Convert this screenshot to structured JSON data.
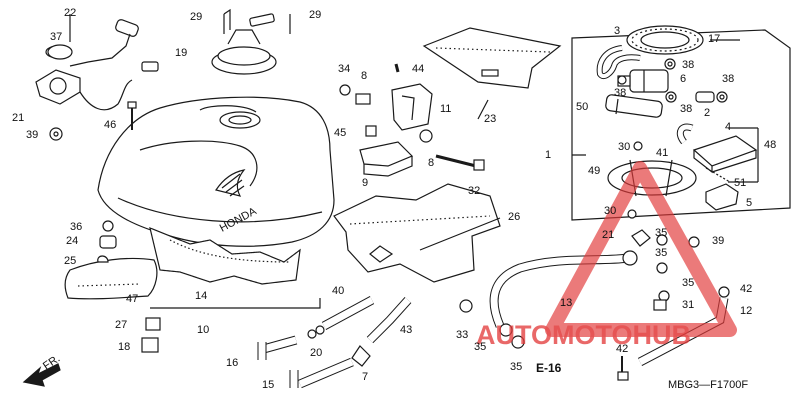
{
  "diagram": {
    "parts": [
      {
        "id": "p1",
        "label": "1"
      },
      {
        "id": "p2",
        "label": "2"
      },
      {
        "id": "p3",
        "label": "3"
      },
      {
        "id": "p4",
        "label": "4"
      },
      {
        "id": "p5",
        "label": "5"
      },
      {
        "id": "p6",
        "label": "6"
      },
      {
        "id": "p7",
        "label": "7"
      },
      {
        "id": "p8a",
        "label": "8"
      },
      {
        "id": "p8b",
        "label": "8"
      },
      {
        "id": "p9",
        "label": "9"
      },
      {
        "id": "p10",
        "label": "10"
      },
      {
        "id": "p11",
        "label": "11"
      },
      {
        "id": "p12",
        "label": "12"
      },
      {
        "id": "p13",
        "label": "13"
      },
      {
        "id": "p14",
        "label": "14"
      },
      {
        "id": "p15",
        "label": "15"
      },
      {
        "id": "p16",
        "label": "16"
      },
      {
        "id": "p17",
        "label": "17"
      },
      {
        "id": "p18",
        "label": "18"
      },
      {
        "id": "p19",
        "label": "19"
      },
      {
        "id": "p20",
        "label": "20"
      },
      {
        "id": "p21a",
        "label": "21"
      },
      {
        "id": "p21b",
        "label": "21"
      },
      {
        "id": "p22",
        "label": "22"
      },
      {
        "id": "p23",
        "label": "23"
      },
      {
        "id": "p24",
        "label": "24"
      },
      {
        "id": "p25",
        "label": "25"
      },
      {
        "id": "p26",
        "label": "26"
      },
      {
        "id": "p27",
        "label": "27"
      },
      {
        "id": "p29a",
        "label": "29"
      },
      {
        "id": "p29b",
        "label": "29"
      },
      {
        "id": "p30a",
        "label": "30"
      },
      {
        "id": "p30b",
        "label": "30"
      },
      {
        "id": "p31",
        "label": "31"
      },
      {
        "id": "p32",
        "label": "32"
      },
      {
        "id": "p33",
        "label": "33"
      },
      {
        "id": "p34",
        "label": "34"
      },
      {
        "id": "p35a",
        "label": "35"
      },
      {
        "id": "p35b",
        "label": "35"
      },
      {
        "id": "p35c",
        "label": "35"
      },
      {
        "id": "p35d",
        "label": "35"
      },
      {
        "id": "p35e",
        "label": "35"
      },
      {
        "id": "p36",
        "label": "36"
      },
      {
        "id": "p37",
        "label": "37"
      },
      {
        "id": "p38a",
        "label": "38"
      },
      {
        "id": "p38b",
        "label": "38"
      },
      {
        "id": "p38c",
        "label": "38"
      },
      {
        "id": "p38d",
        "label": "38"
      },
      {
        "id": "p39a",
        "label": "39"
      },
      {
        "id": "p39b",
        "label": "39"
      },
      {
        "id": "p40",
        "label": "40"
      },
      {
        "id": "p41",
        "label": "41"
      },
      {
        "id": "p42a",
        "label": "42"
      },
      {
        "id": "p42b",
        "label": "42"
      },
      {
        "id": "p43",
        "label": "43"
      },
      {
        "id": "p44",
        "label": "44"
      },
      {
        "id": "p45",
        "label": "45"
      },
      {
        "id": "p46",
        "label": "46"
      },
      {
        "id": "p47",
        "label": "47"
      },
      {
        "id": "p48",
        "label": "48"
      },
      {
        "id": "p49",
        "label": "49"
      },
      {
        "id": "p50",
        "label": "50"
      },
      {
        "id": "p51",
        "label": "51"
      }
    ],
    "ref_label": "E-16",
    "direction_label": "FR.",
    "tank_brand": "HONDA",
    "diagram_code": "MBG3—F1700F"
  },
  "watermark": {
    "text": "AUTOMOTOHUB",
    "color": "#e23b3b",
    "triangle_color": "#e23b3b",
    "icon": "warning-triangle-icon"
  },
  "colors": {
    "line": "#1a1a1a",
    "fill": "#ffffff"
  }
}
